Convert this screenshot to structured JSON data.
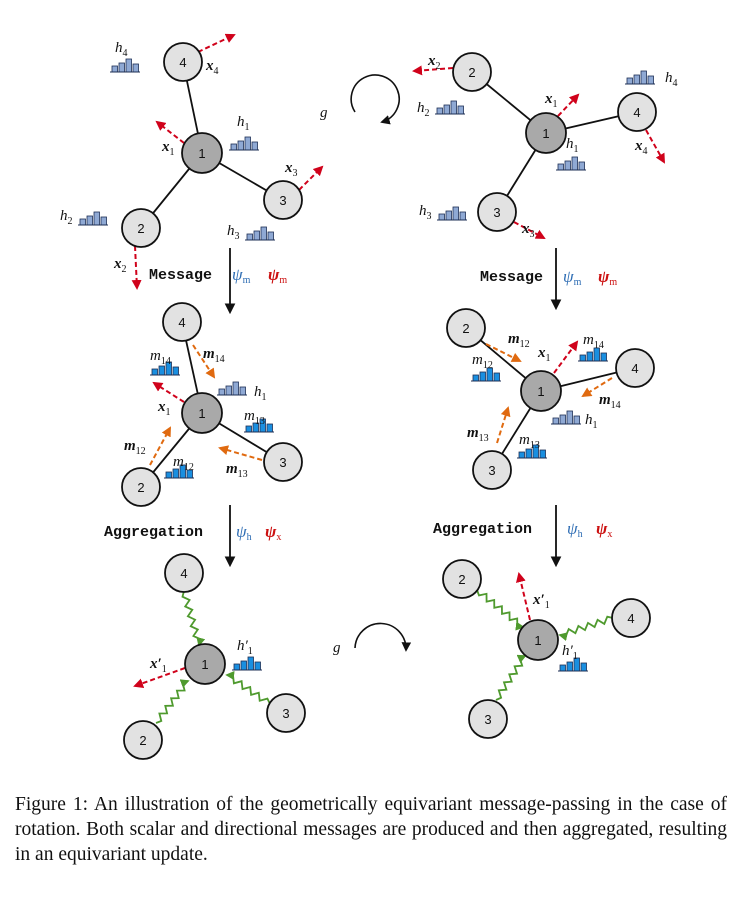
{
  "nodes": {
    "n1": "1",
    "n2": "2",
    "n3": "3",
    "n4": "4"
  },
  "labels": {
    "x1": "x",
    "x2": "x",
    "x3": "x",
    "x4": "x",
    "h1": "h",
    "h2": "h",
    "h3": "h",
    "h4": "h",
    "m12": "m",
    "m13": "m",
    "m14": "m",
    "sub1": "1",
    "sub2": "2",
    "sub3": "3",
    "sub4": "4",
    "sub12": "12",
    "sub13": "13",
    "sub14": "14",
    "x1prime": "x′",
    "h1prime": "h′"
  },
  "transform": {
    "g": "g"
  },
  "steps": {
    "message": "Message",
    "aggregation": "Aggregation",
    "psi_m": "ψ",
    "psi_m_sub": "m",
    "psi_h": "ψ",
    "psi_h_sub": "h",
    "psi_x": "ψ",
    "psi_x_sub": "x"
  },
  "colors": {
    "node_center": "#a9a9a9",
    "node_other": "#e2e2e2",
    "vector_red": "#d0021b",
    "message_orange": "#e06a10",
    "aggregate_green": "#4f9a2e",
    "bar_scalar": "#8fa9d4",
    "bar_message": "#1a8fe0",
    "psi_blue": "#2e6db4",
    "psi_red": "#cc1111"
  },
  "caption": "Figure 1: An illustration of the geometrically equivariant message-passing in the case of rotation. Both scalar and directional messages are produced and then aggregated, resulting in an equivariant update."
}
